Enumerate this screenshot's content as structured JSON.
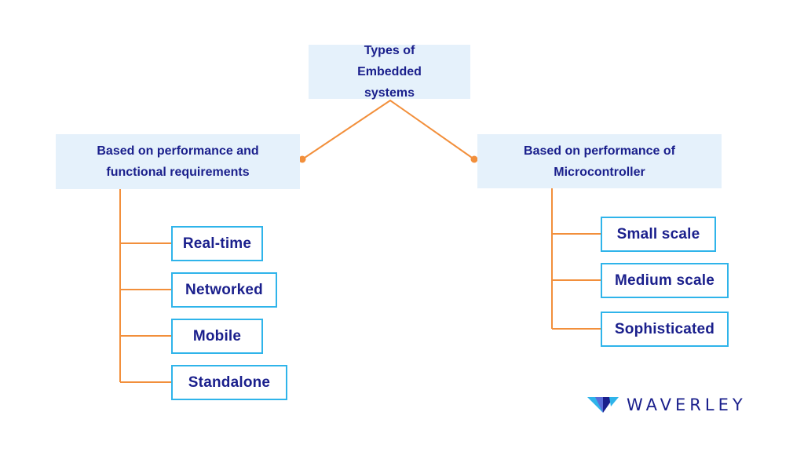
{
  "root": {
    "label": "Types of Embedded systems"
  },
  "branches": [
    {
      "label": "Based on performance and functional requirements",
      "items": [
        "Real-time",
        "Networked",
        "Mobile",
        "Standalone"
      ]
    },
    {
      "label": "Based on performance of Microcontroller",
      "items": [
        "Small scale",
        "Medium scale",
        "Sophisticated"
      ]
    }
  ],
  "brand": {
    "name": "WAVERLEY"
  },
  "colors": {
    "connector": "#f28f3b",
    "accent_text": "#1a1f8c",
    "box_fill": "#e5f1fb",
    "leaf_border": "#2fb4ea"
  }
}
